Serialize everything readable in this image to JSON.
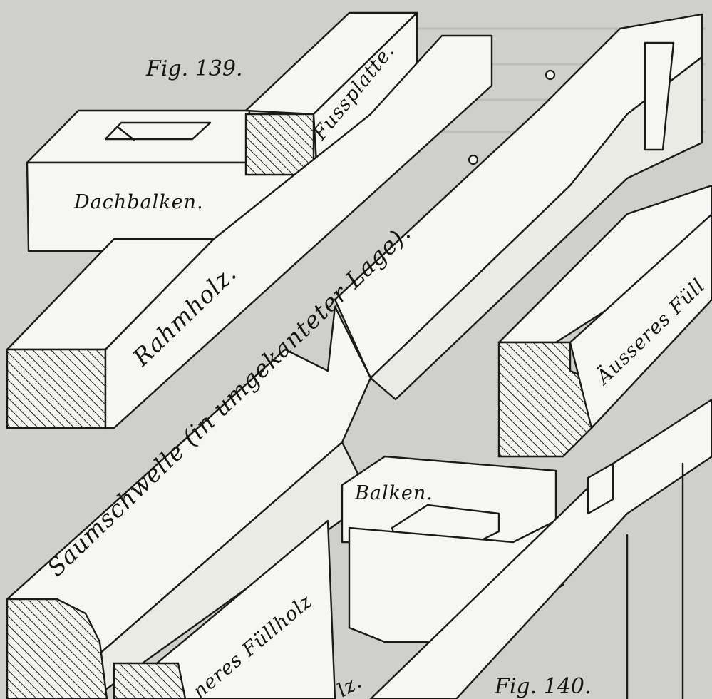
{
  "figures": {
    "fig139": "Fig. 139.",
    "fig140": "Fig. 140."
  },
  "labels": {
    "dachbalken": "Dachbalken.",
    "fussplatte": "Fussplatte.",
    "rahmholz": "Rahmholz.",
    "saumschwelle": "Saumschwelle (in umgekanteter Lage).",
    "ausseres_fullholz": "Äusseres Füll",
    "balken": "Balken.",
    "inneres_fullholz": "neres Füllholz",
    "holz_fragment": "lz."
  },
  "colors": {
    "paper": "#cfcfcb",
    "ink": "#1a1a1a"
  }
}
